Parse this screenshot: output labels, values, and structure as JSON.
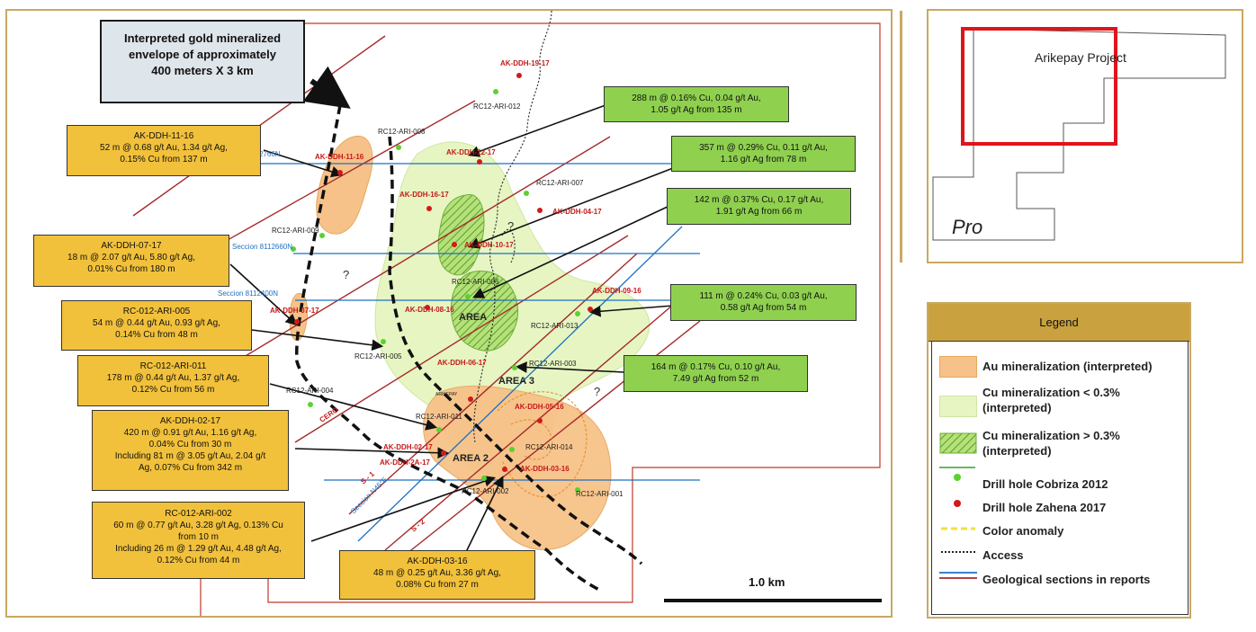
{
  "callout_envelope": [
    "Interpreted gold mineralized",
    "envelope of approximately",
    "400 meters X  3 km"
  ],
  "callouts": {
    "ak_ddh_11_16": [
      "AK-DDH-11-16",
      "52 m @ 0.68 g/t Au, 1.34 g/t Ag,",
      "0.15% Cu from 137 m"
    ],
    "ak_ddh_07_17": [
      "AK-DDH-07-17",
      "18 m @ 2.07 g/t Au, 5.80 g/t Ag,",
      "0.01% Cu from 180 m"
    ],
    "rc_012_ari_005": [
      "RC-012-ARI-005",
      "54 m @ 0.44 g/t Au, 0.93 g/t Ag,",
      "0.14% Cu from 48 m"
    ],
    "rc_012_ari_011": [
      "RC-012-ARI-011",
      "178 m @ 0.44 g/t Au, 1.37 g/t Ag,",
      "0.12% Cu from 56 m"
    ],
    "ak_ddh_02_17": [
      "AK-DDH-02-17",
      "420 m @ 0.91 g/t Au, 1.16 g/t Ag,",
      "0.04% Cu from 30 m",
      "Including 81 m @ 3.05 g/t Au, 2.04 g/t",
      "Ag, 0.07% Cu from 342 m"
    ],
    "rc_012_ari_002": [
      "RC-012-ARI-002",
      "60 m @ 0.77 g/t Au, 3.28 g/t Ag, 0.13% Cu",
      "from 10 m",
      "Including 26 m @ 1.29 g/t Au, 4.48 g/t Ag,",
      "0.12% Cu from 44 m"
    ],
    "ak_ddh_03_16": [
      "AK-DDH-03-16",
      "48 m @ 0.25 g/t Au, 3.36 g/t Ag,",
      "0.08% Cu from 27 m"
    ],
    "cu_288": [
      "288 m @ 0.16% Cu, 0.04 g/t Au,",
      "1.05 g/t Ag from 135 m"
    ],
    "cu_357": [
      "357 m @ 0.29% Cu, 0.11 g/t Au,",
      "1.16 g/t Ag from 78 m"
    ],
    "cu_142": [
      "142 m @ 0.37% Cu, 0.17 g/t Au,",
      "1.91 g/t Ag from 66 m"
    ],
    "cu_111": [
      "111 m @ 0.24% Cu, 0.03 g/t Au,",
      "0.58 g/t Ag from 54 m"
    ],
    "cu_164": [
      "164 m @ 0.17% Cu, 0.10 g/t Au,",
      "7.49 g/t Ag from 52 m"
    ]
  },
  "map_labels": {
    "ak_ddh_19_17": "AK-DDH-19-17",
    "rc12_ari_012": "RC12-ARI-012",
    "rc12_ari_008": "RC12-ARI-008",
    "ak_ddh_11_16": "AK-DDH-11-16",
    "ak_ddh_12_17": "AK-DDH-12-17",
    "rc12_ari_007": "RC12-ARI-007",
    "ak_ddh_16_17": "AK-DDH-16-17",
    "ak_ddh_04_17": "AK-DDH-04-17",
    "rc12_ari_009": "RC12-ARI-009",
    "ak_ddh_10_17": "AK-DDH-10-17",
    "rc12_ari_006": "RC12-ARI-006",
    "ak_ddh_07_17": "AK-DDH-07-17",
    "ak_ddh_08_16": "AK-DDH-08-16",
    "ak_ddh_09_16": "AK-DDH-09-16",
    "rc12_ari_013": "RC12-ARI-013",
    "rc12_ari_005": "RC12-ARI-005",
    "ak_ddh_06_17": "AK-DDH-06-17",
    "rc12_ari_003": "RC12-ARI-003",
    "rc12_ari_004": "RC12-ARI-004",
    "ak_ddh_05_16": "AK-DDH-05-16",
    "rc12_ari_011": "RC12-ARI-011",
    "rc12_ari_014": "RC12-ARI-014",
    "ak_ddh_02_17": "AK-DDH-02-17",
    "ak_ddh_2a_17": "AK-DDH-2A-17",
    "ak_ddh_03_16": "AK-DDH-03-16",
    "rc12_ari_002": "RC12-ARI-002",
    "rc12_ari_001": "RC12-ARI-001",
    "area": "AREA",
    "area_2": "AREA 2",
    "area_3": "AREA 3",
    "section_2766": "2766N",
    "section_8112660": "Seccion 8112660N",
    "section_8112400": "Seccion 8112400N",
    "section_n45e": "Seccion N45°E",
    "s1": "S - 1",
    "s2": "S - 2",
    "cero": "CERO",
    "arikepay_small": "ARIKEPAY",
    "q1": "?",
    "q2": "?",
    "q3": "?"
  },
  "scale_bar": "1.0 km",
  "inset": {
    "project_label": "Arikepay Project",
    "pro_label": "Pro"
  },
  "legend": {
    "title": "Legend",
    "items": [
      "Au mineralization (interpreted)",
      "Cu mineralization < 0.3% (interpreted)",
      "Cu mineralization > 0.3% (interpreted)",
      "Drill hole Cobriza 2012",
      "Drill hole Zahena 2017",
      "Color anomaly",
      "Access",
      "Geological sections in reports"
    ],
    "colors": {
      "au": "#f7c289",
      "cu_low": "#e6f5c2",
      "cu_high": "#8fd14f",
      "cobriza": "#5ad12f",
      "zahena": "#d11a1a",
      "color_anomaly": "#f2e13b",
      "section_blue": "#1f70c1",
      "section_red": "#a52a2a"
    }
  }
}
